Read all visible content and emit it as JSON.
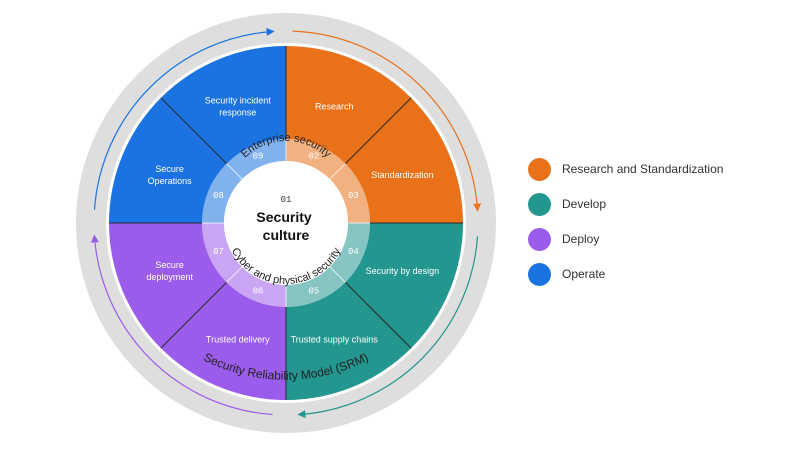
{
  "model_title": "Security Reliability Model (SRM)",
  "center": {
    "number": "01",
    "lines": [
      "Security",
      "culture"
    ]
  },
  "inner_ring": {
    "top_label": "Enterprise security",
    "bottom_label": "Cyber and physical security"
  },
  "phases": [
    {
      "key": "research",
      "label": "Research and Standardization",
      "color": "#E8711A"
    },
    {
      "key": "develop",
      "label": "Develop",
      "color": "#22968F"
    },
    {
      "key": "deploy",
      "label": "Deploy",
      "color": "#9B5CEB"
    },
    {
      "key": "operate",
      "label": "Operate",
      "color": "#1A73E0"
    }
  ],
  "segments": [
    {
      "number": "02",
      "lines": [
        "Research"
      ],
      "phase": "research"
    },
    {
      "number": "03",
      "lines": [
        "Standardization"
      ],
      "phase": "research"
    },
    {
      "number": "04",
      "lines": [
        "Security by design"
      ],
      "phase": "develop"
    },
    {
      "number": "05",
      "lines": [
        "Trusted supply chains"
      ],
      "phase": "develop"
    },
    {
      "number": "06",
      "lines": [
        "Trusted delivery"
      ],
      "phase": "deploy"
    },
    {
      "number": "07",
      "lines": [
        "Secure",
        "deployment"
      ],
      "phase": "deploy"
    },
    {
      "number": "08",
      "lines": [
        "Secure",
        "Operations"
      ],
      "phase": "operate"
    },
    {
      "number": "09",
      "lines": [
        "Security incident",
        "response"
      ],
      "phase": "operate"
    }
  ],
  "arrows": [
    "research",
    "develop",
    "deploy",
    "operate"
  ]
}
